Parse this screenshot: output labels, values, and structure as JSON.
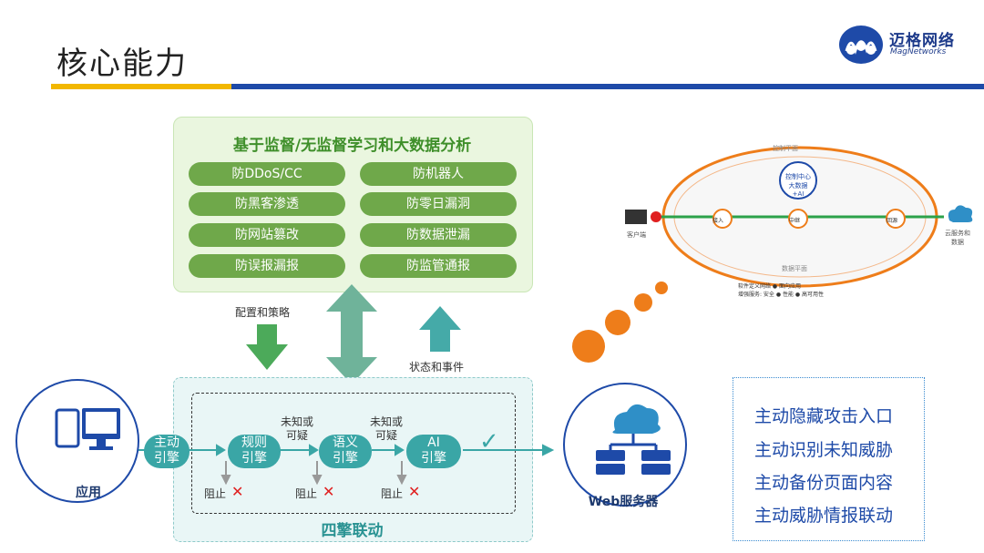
{
  "slide": {
    "title": "核心能力"
  },
  "brand": {
    "name": "迈格网络",
    "sub": "MagNetworks"
  },
  "analysis": {
    "title": "基于监督/无监督学习和大数据分析",
    "items": [
      "防DDoS/CC",
      "防机器人",
      "防黑客渗透",
      "防零日漏洞",
      "防网站篡改",
      "防数据泄漏",
      "防误报漏报",
      "防监管通报"
    ]
  },
  "arrows": {
    "config": "配置和策略",
    "status": "状态和事件"
  },
  "pipeline": {
    "engines": [
      {
        "line1": "主动",
        "line2": "引擎"
      },
      {
        "line1": "规则",
        "line2": "引擎"
      },
      {
        "line1": "语义",
        "line2": "引擎"
      },
      {
        "line1": "AI",
        "line2": "引擎"
      }
    ],
    "unknown": {
      "line1": "未知或",
      "line2": "可疑"
    },
    "block": "阻止",
    "title": "四擎联动",
    "check": "✓",
    "cross": "✕"
  },
  "app": {
    "label": "应用"
  },
  "web": {
    "label": "Web服务器"
  },
  "capabilities": [
    "主动隐藏攻击入口",
    "主动识别未知威胁",
    "主动备份页面内容",
    "主动威胁情报联动"
  ],
  "network": {
    "control_plane": "控制平面",
    "data_plane": "数据平面",
    "center": {
      "line1": "控制中心",
      "line2": "大数据+AI"
    },
    "client": "客户端",
    "origin": {
      "line1": "云服务和",
      "line2": "数据"
    },
    "nodes": [
      "接入",
      "中继",
      "回源"
    ],
    "bottom1": "软件定义网络 ● 面向应用",
    "bottom2": "增强服务: 安全 ● 性能 ● 高可用性"
  },
  "colors": {
    "green": "#6fa84a",
    "teal": "#3aa6a6",
    "blue": "#1e4aa8",
    "orange": "#ee7d1a",
    "red": "#e02020"
  }
}
